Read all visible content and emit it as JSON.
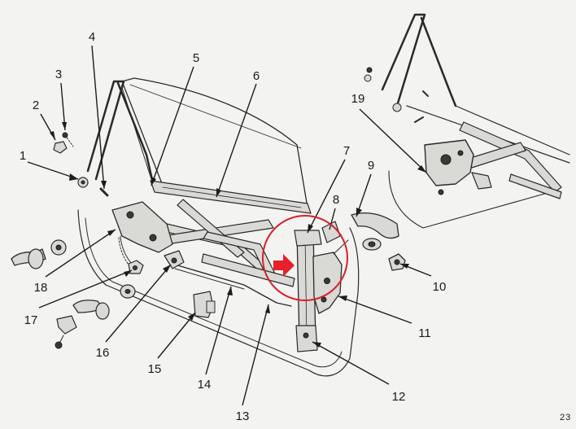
{
  "diagram": {
    "callouts": [
      {
        "id": "1",
        "label": "1"
      },
      {
        "id": "2",
        "label": "2"
      },
      {
        "id": "3",
        "label": "3"
      },
      {
        "id": "4",
        "label": "4"
      },
      {
        "id": "5",
        "label": "5"
      },
      {
        "id": "6",
        "label": "6"
      },
      {
        "id": "7",
        "label": "7"
      },
      {
        "id": "8",
        "label": "8"
      },
      {
        "id": "9",
        "label": "9"
      },
      {
        "id": "10",
        "label": "10"
      },
      {
        "id": "11",
        "label": "11"
      },
      {
        "id": "12",
        "label": "12"
      },
      {
        "id": "13",
        "label": "13"
      },
      {
        "id": "14",
        "label": "14"
      },
      {
        "id": "15",
        "label": "15"
      },
      {
        "id": "16",
        "label": "16"
      },
      {
        "id": "17",
        "label": "17"
      },
      {
        "id": "18",
        "label": "18"
      },
      {
        "id": "19",
        "label": "19"
      }
    ],
    "page_number": "23",
    "highlight": {
      "shape": "circle",
      "color": "#d8202a"
    },
    "arrow": {
      "color": "#e8202a"
    }
  }
}
